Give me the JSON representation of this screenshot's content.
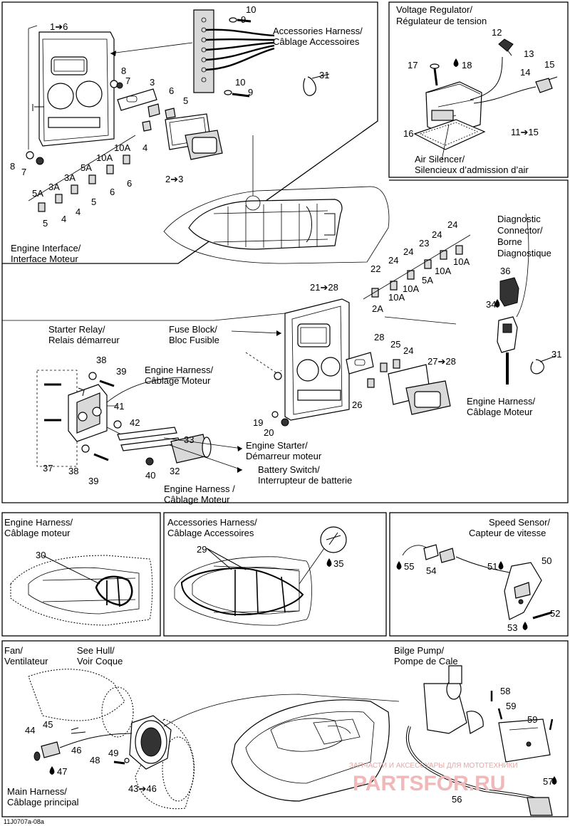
{
  "labels": {
    "voltage_regulator": [
      "Voltage Regulator/",
      "Régulateur de tension"
    ],
    "air_silencer": [
      "Air Silencer/",
      "Silencieux d’admission d’air"
    ],
    "accessories_harness_top": [
      "Accessories Harness/",
      "Câblage Accessoires"
    ],
    "engine_interface": [
      "Engine Interface/",
      "Interface Moteur"
    ],
    "diagnostic_connector": [
      "Diagnostic",
      "Connector/",
      "Borne",
      "Diagnostique"
    ],
    "starter_relay": [
      "Starter Relay/",
      "Relais démarreur"
    ],
    "fuse_block": [
      "Fuse Block/",
      "Bloc Fusible"
    ],
    "engine_harness_mid": [
      "Engine Harness/",
      "Câblage Moteur"
    ],
    "engine_harness_right": [
      "Engine Harness/",
      "Câblage Moteur"
    ],
    "engine_starter": [
      "Engine Starter/",
      "Démarreur moteur"
    ],
    "battery_switch": [
      "Battery Switch/",
      "Interrupteur de batterie"
    ],
    "engine_harness_bottom": [
      "Engine Harness /",
      "Câblage Moteur"
    ],
    "engine_harness_box": [
      "Engine Harness/",
      "Câblage moteur"
    ],
    "accessories_harness_box": [
      "Accessories Harness/",
      "Câblage Accessoires"
    ],
    "speed_sensor": [
      "Speed Sensor/",
      "Capteur de vitesse"
    ],
    "fan": [
      "Fan/",
      "Ventilateur"
    ],
    "see_hull": [
      "See Hull/",
      "Voir Coque"
    ],
    "bilge_pump": [
      "Bilge Pump/",
      "Pompe de Cale"
    ],
    "main_harness": [
      "Main Harness/",
      "Câblage principal"
    ]
  },
  "callouts": {
    "c1_6": "1➔6",
    "c10a": "10",
    "c9a": "9",
    "c8a": "8",
    "c7a": "7",
    "c3": "3",
    "c6a": "6",
    "c5a": "5",
    "c4": "4",
    "c2_3": "2➔3",
    "c10b": "10",
    "c9b": "9",
    "c31a": "31",
    "c8b": "8",
    "c7b": "7",
    "f10A_1": "10A",
    "f10A_2": "10A",
    "f5A_1": "5A",
    "f3A_1": "3A",
    "f3A_2": "3A",
    "f5A_2": "5A",
    "c6b": "6",
    "c6c": "6",
    "c5b": "5",
    "c4b": "4",
    "c4c": "4",
    "c5c": "5",
    "c12": "12",
    "c13": "13",
    "c15": "15",
    "c17": "17",
    "c18": "18",
    "c14": "14",
    "c16": "16",
    "c11_15": "11➔15",
    "c24a": "24",
    "c24b": "24",
    "c23": "23",
    "c24c": "24",
    "c22": "22",
    "c24d": "24",
    "f10A_3": "10A",
    "f10A_4": "10A",
    "f5A_3": "5A",
    "f10A_5": "10A",
    "f2A": "2A",
    "c21_28": "21➔28",
    "c36": "36",
    "c34": "34",
    "c28": "28",
    "c25": "25",
    "c24e": "24",
    "c27_28": "27➔28",
    "c26": "26",
    "c31b": "31",
    "c19": "19",
    "c20": "20",
    "c38a": "38",
    "c39a": "39",
    "c41": "41",
    "c42": "42",
    "c33": "33",
    "c37": "37",
    "c38b": "38",
    "c39b": "39",
    "c40": "40",
    "c32": "32",
    "c30": "30",
    "c29": "29",
    "c35": "35",
    "c55": "55",
    "c54": "54",
    "c51": "51",
    "c50": "50",
    "c52": "52",
    "c53": "53",
    "c45": "45",
    "c44": "44",
    "c46": "46",
    "c47": "47",
    "c49": "49",
    "c48": "48",
    "c43_46": "43➔46",
    "c58": "58",
    "c59a": "59",
    "c59b": "59",
    "c57": "57",
    "c56": "56"
  },
  "footer_code": "11J0707a-08a",
  "watermark": {
    "text": "ЗАПЧАСТИ И АКСЕССУАРЫ ДЛЯ МОТОТЕХНИКИ",
    "brand": "PARTSFOR.RU",
    "color": "#e8a6a6"
  }
}
